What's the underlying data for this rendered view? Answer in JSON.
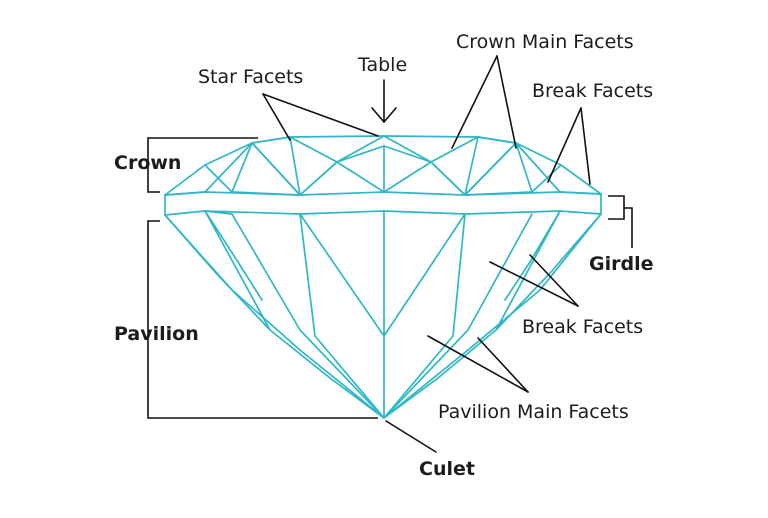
{
  "diagram": {
    "colors": {
      "facet_lines": "#2fb7c6",
      "leaders": "#111111",
      "text": "#1c1c1c",
      "background": "#ffffff"
    },
    "labels": {
      "table": "Table",
      "star_facets": "Star Facets",
      "crown_main_facets": "Crown Main Facets",
      "crown_break_facets": "Break Facets",
      "crown": "Crown",
      "girdle": "Girdle",
      "pavilion": "Pavilion",
      "pavilion_break_facets": "Break Facets",
      "pavilion_main_facets": "Pavilion Main Facets",
      "culet": "Culet"
    }
  }
}
